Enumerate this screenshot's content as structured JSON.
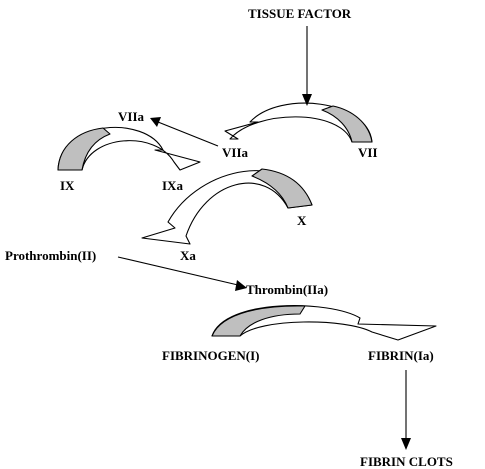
{
  "labels": {
    "tissue_factor": "TISSUE FACTOR",
    "viia_top": "VIIa",
    "viia": "VIIa",
    "vii": "VII",
    "ix": "IX",
    "ixa": "IXa",
    "x": "X",
    "xa": "Xa",
    "prothrombin": "Prothrombin(II)",
    "thrombin": "Thrombin(IIa)",
    "fibrinogen": "FIBRINOGEN(I)",
    "fibrin": "FIBRIN(Ia)",
    "fibrin_clots": "FIBRIN CLOTS"
  },
  "colors": {
    "line": "#000000",
    "shading": "#bfbfbf",
    "background": "#ffffff"
  }
}
